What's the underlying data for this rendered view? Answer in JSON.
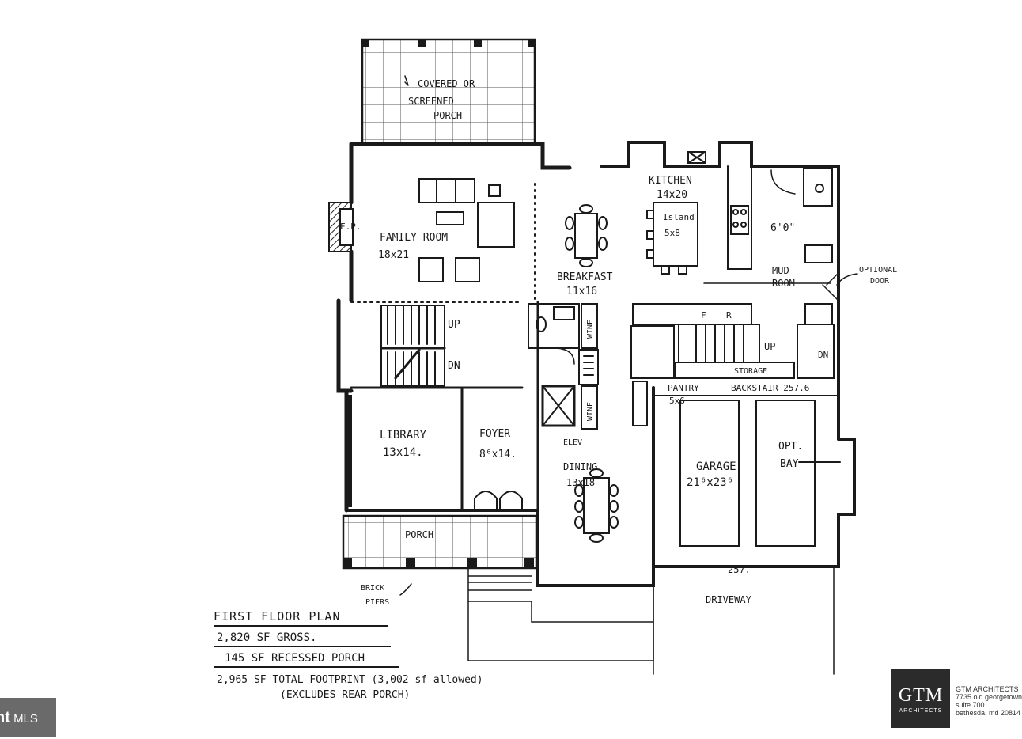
{
  "rooms": {
    "porch_rear_1": "COVERED OR",
    "porch_rear_2": "SCREENED",
    "porch_rear_3": "PORCH",
    "fp": "F.P.",
    "family_name": "FAMILY ROOM",
    "family_dim": "18x21",
    "kitchen_name": "KITCHEN",
    "kitchen_dim": "14x20",
    "island_name": "Island",
    "island_dim": "5x8",
    "dim_610": "6'0\"",
    "breakfast_name": "BREAKFAST",
    "breakfast_dim": "11x16",
    "mud_1": "MUD",
    "mud_2": "ROOM",
    "optional_1": "OPTIONAL",
    "optional_2": "DOOR",
    "up_1": "UP",
    "dn_1": "DN",
    "wine_1": "WINE",
    "wine_2": "WINE",
    "fridge_f": "F",
    "fridge_r": "R",
    "up_2": "UP",
    "dn_2": "DN",
    "storage": "STORAGE",
    "pantry_name": "PANTRY",
    "pantry_dim": "5x6",
    "backstair": "BACKSTAIR 257.6",
    "library_name": "LIBRARY",
    "library_dim": "13x14.",
    "foyer_name": "FOYER",
    "foyer_dim": "8⁶x14.",
    "elev": "ELEV",
    "dining_name": "DINING",
    "dining_dim": "13x18",
    "garage_name": "GARAGE",
    "garage_dim": "21⁶x23⁶",
    "opt_1": "OPT.",
    "opt_2": "BAY",
    "porch_front": "PORCH",
    "brick_1": "BRICK",
    "brick_2": "PIERS",
    "elev_257": "257.",
    "driveway": "DRIVEWAY"
  },
  "legend": {
    "title": "FIRST FLOOR PLAN",
    "gross": "2,820 SF GROSS.",
    "recessed": "145 SF RECESSED PORCH",
    "total": "2,965 SF  TOTAL FOOTPRINT  (3,002 sf allowed)",
    "excludes": "(EXCLUDES REAR PORCH)"
  },
  "logo": {
    "mark": "GTM",
    "sub": "ARCHITECTS",
    "addr_1": "GTM ARCHITECTS",
    "addr_2": "7735 old georgetown",
    "addr_3": "suite 700",
    "addr_4": "bethesda, md 20814"
  },
  "watermark": {
    "text": "MLS"
  }
}
